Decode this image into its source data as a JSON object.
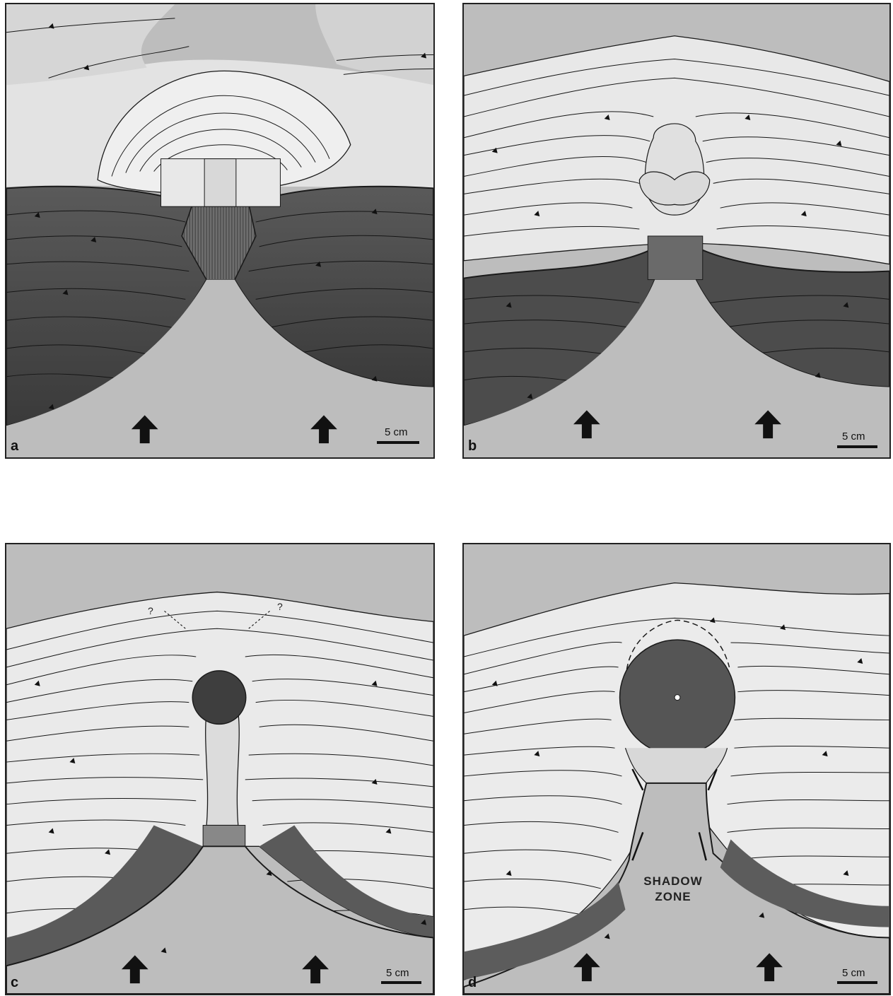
{
  "panels": [
    {
      "id": "a",
      "label": "a",
      "scale": "5 cm"
    },
    {
      "id": "b",
      "label": "b",
      "scale": "5 cm"
    },
    {
      "id": "c",
      "label": "c",
      "scale": "5 cm"
    },
    {
      "id": "d",
      "label": "d",
      "scale": "5 cm",
      "shadow_zone": "SHADOW\nZONE"
    }
  ],
  "annotations": {
    "question_mark": "?"
  },
  "colors": {
    "background_gray": "#bdbdbd",
    "dark_layers": "#4a4a4a",
    "light_layers": "#e9e9e9",
    "line": "#1a1a1a"
  },
  "icons": [
    "up-arrow-icon",
    "thrust-triangle-icon"
  ]
}
